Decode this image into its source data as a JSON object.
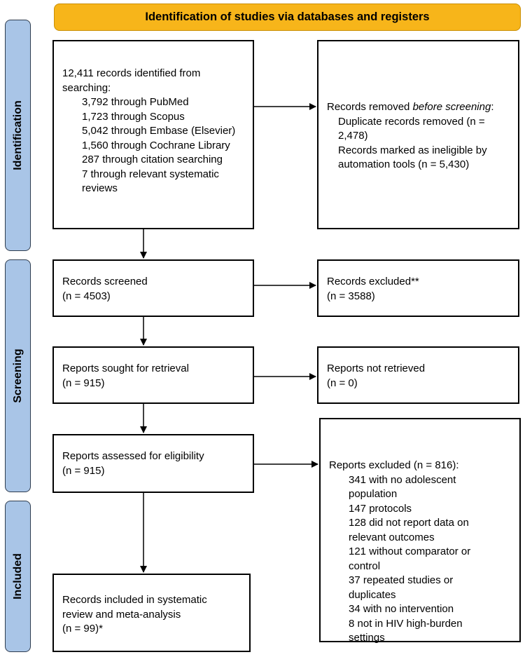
{
  "header": {
    "title": "Identification of studies via databases and registers"
  },
  "phases": {
    "identification": "Identification",
    "screening": "Screening",
    "included": "Included"
  },
  "identification": {
    "records": {
      "intro": "12,411 records identified from searching:",
      "sources": [
        "3,792 through PubMed",
        "1,723 through Scopus",
        "5,042 through Embase (Elsevier)",
        "1,560 through Cochrane Library",
        "287 through citation searching",
        "7 through relevant systematic reviews"
      ]
    },
    "removed": {
      "title_prefix": "Records removed ",
      "title_em": "before screening",
      "title_suffix": ":",
      "duplicates": "Duplicate records removed (n = 2,478)",
      "ineligible": "Records marked as ineligible by automation tools (n = 5,430)"
    }
  },
  "screening": {
    "screened": {
      "label": "Records screened",
      "n": "(n = 4503)"
    },
    "excluded": {
      "label": "Records excluded**",
      "n": "(n = 3588)"
    },
    "sought": {
      "label": "Reports sought for retrieval",
      "n": "(n = 915)"
    },
    "not_retrieved": {
      "label": "Reports not retrieved",
      "n": "(n = 0)"
    },
    "assessed": {
      "label": "Reports assessed for eligibility",
      "n": "(n = 915)"
    },
    "reports_excluded": {
      "label": "Reports excluded (n = 816):",
      "reasons": [
        "341 with no adolescent population",
        "147 protocols",
        "128 did not report data on relevant outcomes",
        "121 without comparator or control",
        "37 repeated studies or duplicates",
        "34 with no intervention",
        "8 not in HIV high-burden settings"
      ]
    }
  },
  "included": {
    "label": "Records included in systematic review and meta-analysis",
    "n": "(n = 99)*"
  }
}
